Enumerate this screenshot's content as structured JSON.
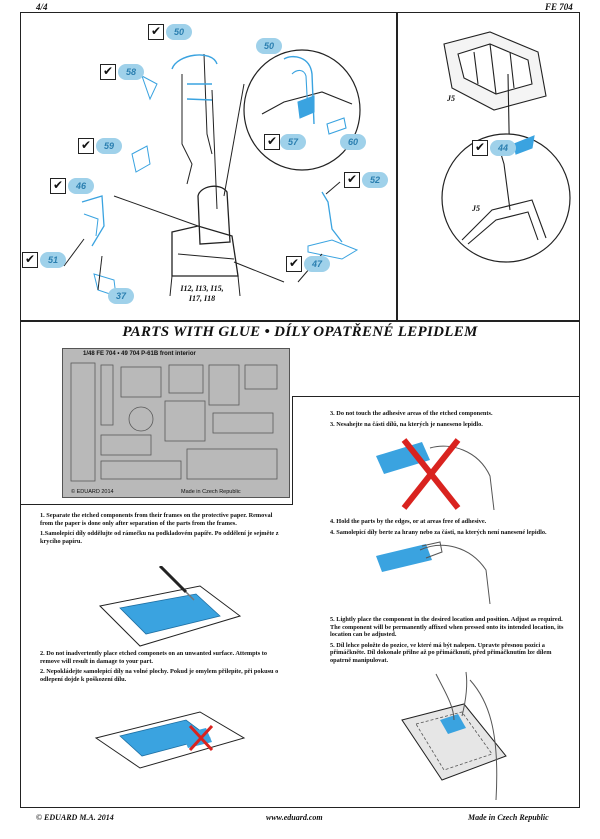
{
  "header": {
    "page": "4/4",
    "code": "FE 704"
  },
  "steps": {
    "s50a": "50",
    "s58": "58",
    "s59": "59",
    "s46": "46",
    "s51": "51",
    "s37": "37",
    "s50b": "50",
    "s57": "57",
    "s60": "60",
    "s52": "52",
    "s47": "47",
    "s44": "44"
  },
  "labels": {
    "seat_parts": "I12, I13, I15,\nI17, I18",
    "j5_top": "J5",
    "j5_bottom": "J5"
  },
  "section_title": "PARTS WITH GLUE  •  DÍLY OPATŘENÉ LEPIDLEM",
  "fret": {
    "title": "1/48   FE 704 • 49 704 P-61B front interior",
    "copyright": "© EDUARD 2014",
    "made_in": "Made in Czech Republic"
  },
  "instructions": {
    "i1_en": "1. Separate the etched components from their frames on the protective paper. Removal from the paper is done only after separation of the parts from the frames.",
    "i1_cz": "1.Samolepicí díly oddělujte od rámečku na podkladovém papíře. Po oddělení je sejměte z krycího papíru.",
    "i2_en": "2. Do not inadvertently place etched componets on an unwanted surface. Attempts to remove will result in damage to your part.",
    "i2_cz": "2. Nepokládejte samolepicí díly na volné plochy. Pokud je omylem přilepíte, při pokusu o odlepení dojde k poškození dílu.",
    "i3_en": "3. Do not touch the adhesive areas of the etched components.",
    "i3_cz": "3. Nesahejte na části dílů, na kterých je naneseno lepidlo.",
    "i4_en": "4. Hold the parts by the edges, or at areas free of adhesive.",
    "i4_cz": "4. Samolepicí díly berte za hrany nebo za části, na kterých není nanesené lepidlo.",
    "i5_en": "5. Lightly place the component in the desired location and position. Adjust as required. The component will be permanently affixed when pressed onto its intended location, its location can be adjusted.",
    "i5_cz": "5. Díl lehce položte do pozice, ve které má být nalepen. Upravte přesnou pozici a přimáčkněte. Díl dokonale přilne až po přimáčknutí, před přimáčknutím lze dílem opatrně manipulovat."
  },
  "footer": {
    "left": "© EDUARD  M.A. 2014",
    "center": "www.eduard.com",
    "right": "Made in Czech Republic"
  },
  "colors": {
    "step_fill": "#9fd1ea",
    "step_text": "#2b7fb0",
    "etch_blue": "#3aa3e0",
    "cross_red": "#d9231f"
  }
}
